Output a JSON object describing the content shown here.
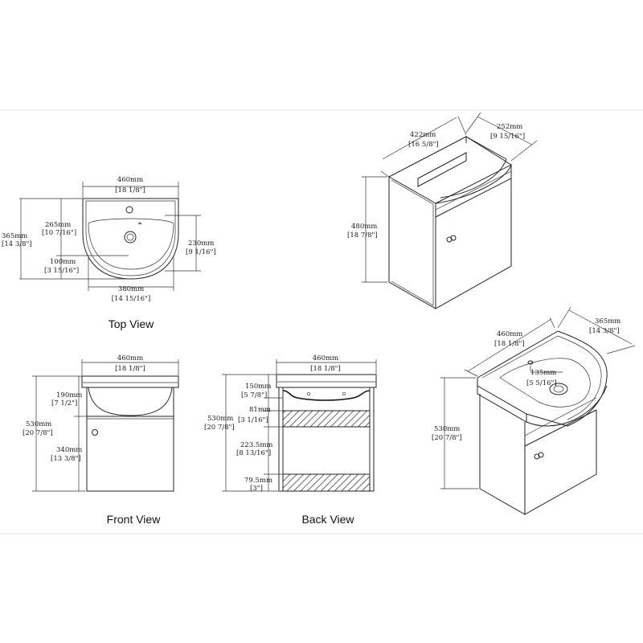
{
  "views": {
    "top": {
      "caption": "Top View",
      "width_mm": "460mm",
      "width_in": "[18 1/8\"]",
      "depth_mm": "365mm",
      "depth_in": "[14 3/8\"]",
      "bowl_len_mm": "265mm",
      "bowl_len_in": "[10 7/16\"]",
      "front_mm": "100mm",
      "front_in": "[3 15/16\"]",
      "bowl_depth_mm": "230mm",
      "bowl_depth_in": "[9 1/16\"]",
      "bowl_width_mm": "380mm",
      "bowl_width_in": "[14 15/16\"]"
    },
    "front": {
      "caption": "Front View",
      "width_mm": "460mm",
      "width_in": "[18 1/8\"]",
      "height_mm": "530mm",
      "height_in": "[20 7/8\"]",
      "top_mm": "190mm",
      "top_in": "[7 1/2\"]",
      "cabinet_mm": "340mm",
      "cabinet_in": "[13 3/8\"]"
    },
    "back": {
      "caption": "Back View",
      "width_mm": "460mm",
      "width_in": "[18 1/8\"]",
      "height_mm": "530mm",
      "height_in": "[20 7/8\"]",
      "top_mm": "150mm",
      "top_in": "[5 7/8\"]",
      "rail_mm": "81mm",
      "rail_in": "[3 1/16\"]",
      "gap_mm": "223.5mm",
      "gap_in": "[8 13/16\"]",
      "bottom_mm": "79.5mm",
      "bottom_in": "[3\"]"
    },
    "iso_cabinet": {
      "width_mm": "422mm",
      "width_in": "[16 5/8\"]",
      "depth_mm": "252mm",
      "depth_in": "[9 15/16\"]",
      "height_mm": "480mm",
      "height_in": "[18 7/8\"]"
    },
    "iso_full": {
      "width_mm": "460mm",
      "width_in": "[18 1/8\"]",
      "depth_mm": "365mm",
      "depth_in": "[14 3/8\"]",
      "height_mm": "530mm",
      "height_in": "[20 7/8\"]",
      "hole_mm": "135mm",
      "hole_in": "[5 5/16\"]"
    }
  }
}
